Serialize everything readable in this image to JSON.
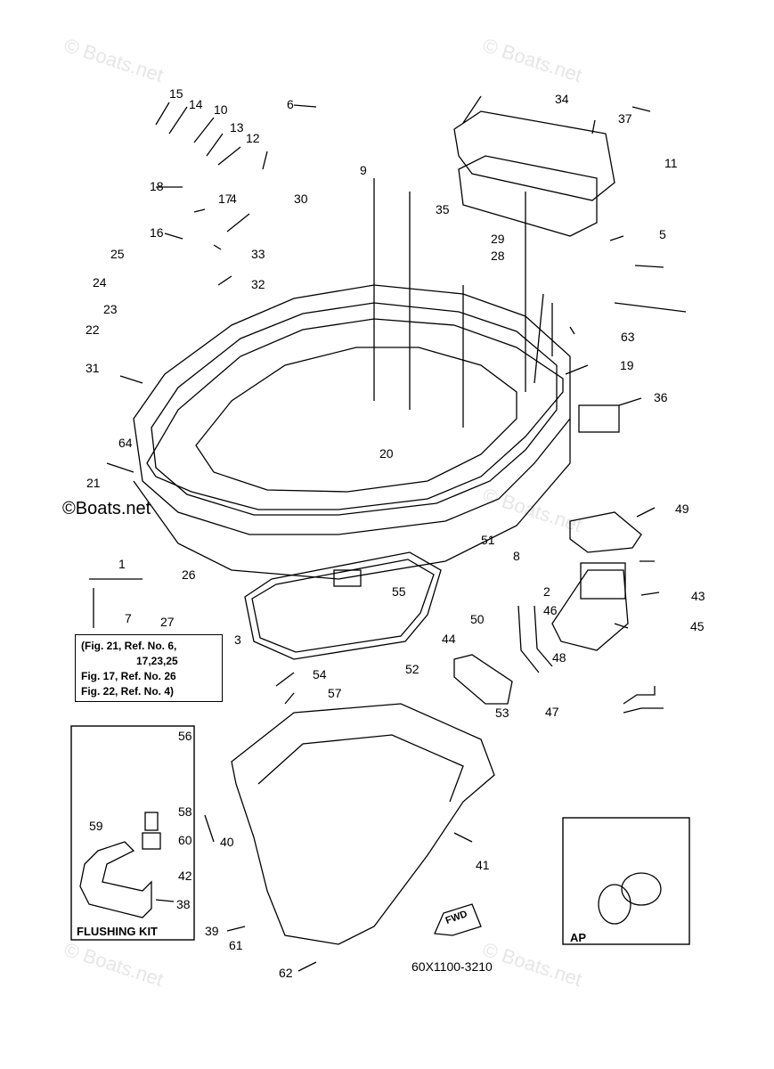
{
  "watermark": "© Boats.net",
  "watermark_inline": "©Boats.net",
  "diagram_code": "60X1100-3210",
  "flushing_kit_label": "FLUSHING KIT",
  "ap_label": "AP",
  "fwd_label": "FWD",
  "reference_note": {
    "line1": "(Fig. 21, Ref. No. 6,",
    "line2": "17,23,25",
    "line3": "Fig. 17, Ref. No. 26",
    "line4": "Fig. 22, Ref. No. 4)"
  },
  "callouts": [
    "15",
    "14",
    "10",
    "13",
    "12",
    "6",
    "18",
    "17",
    "4",
    "16",
    "25",
    "24",
    "23",
    "22",
    "31",
    "64",
    "21",
    "1",
    "7",
    "27",
    "26",
    "3",
    "33",
    "32",
    "30",
    "9",
    "5",
    "11",
    "37",
    "34",
    "35",
    "29",
    "28",
    "63",
    "19",
    "36",
    "20",
    "49",
    "43",
    "45",
    "8",
    "51",
    "55",
    "52",
    "2",
    "46",
    "50",
    "44",
    "48",
    "47",
    "53",
    "54",
    "57",
    "56",
    "58",
    "60",
    "59",
    "42",
    "38",
    "40",
    "41",
    "39",
    "61",
    "62"
  ]
}
